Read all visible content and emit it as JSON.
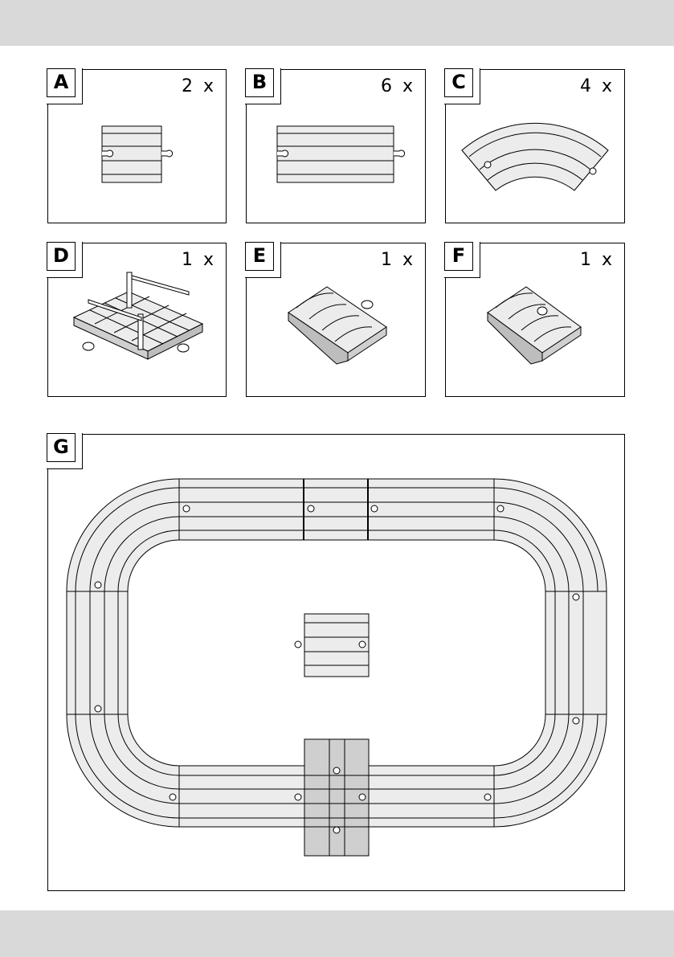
{
  "header_band": "",
  "footer_band": "",
  "panels": {
    "A": {
      "label": "A",
      "qty": "2 x",
      "name": "straight-short-track"
    },
    "B": {
      "label": "B",
      "qty": "6 x",
      "name": "straight-long-track"
    },
    "C": {
      "label": "C",
      "qty": "4 x",
      "name": "curved-track"
    },
    "D": {
      "label": "D",
      "qty": "1 x",
      "name": "crossing-barrier-track"
    },
    "E": {
      "label": "E",
      "qty": "1 x",
      "name": "ramp-track-e"
    },
    "F": {
      "label": "F",
      "qty": "1 x",
      "name": "ramp-track-f"
    },
    "G": {
      "label": "G",
      "qty": "",
      "name": "assembled-layout"
    }
  },
  "colors": {
    "track_fill": "#ececec",
    "crossing_fill": "#cfcfcf",
    "band": "#d9d9d9",
    "stroke": "#000000"
  }
}
